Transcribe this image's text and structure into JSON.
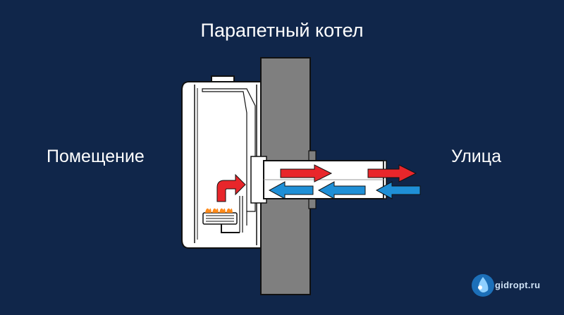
{
  "title": "Парапетный котел",
  "labels": {
    "room": "Помещение",
    "street": "Улица"
  },
  "watermark": "gidropt.ru",
  "colors": {
    "background": "#10264a",
    "wall": "#7f7f7f",
    "boiler_body": "#ffffff",
    "outline": "#111111",
    "flue_gas_arrow": "#e8262b",
    "fresh_air_arrow": "#1f8fd6"
  }
}
